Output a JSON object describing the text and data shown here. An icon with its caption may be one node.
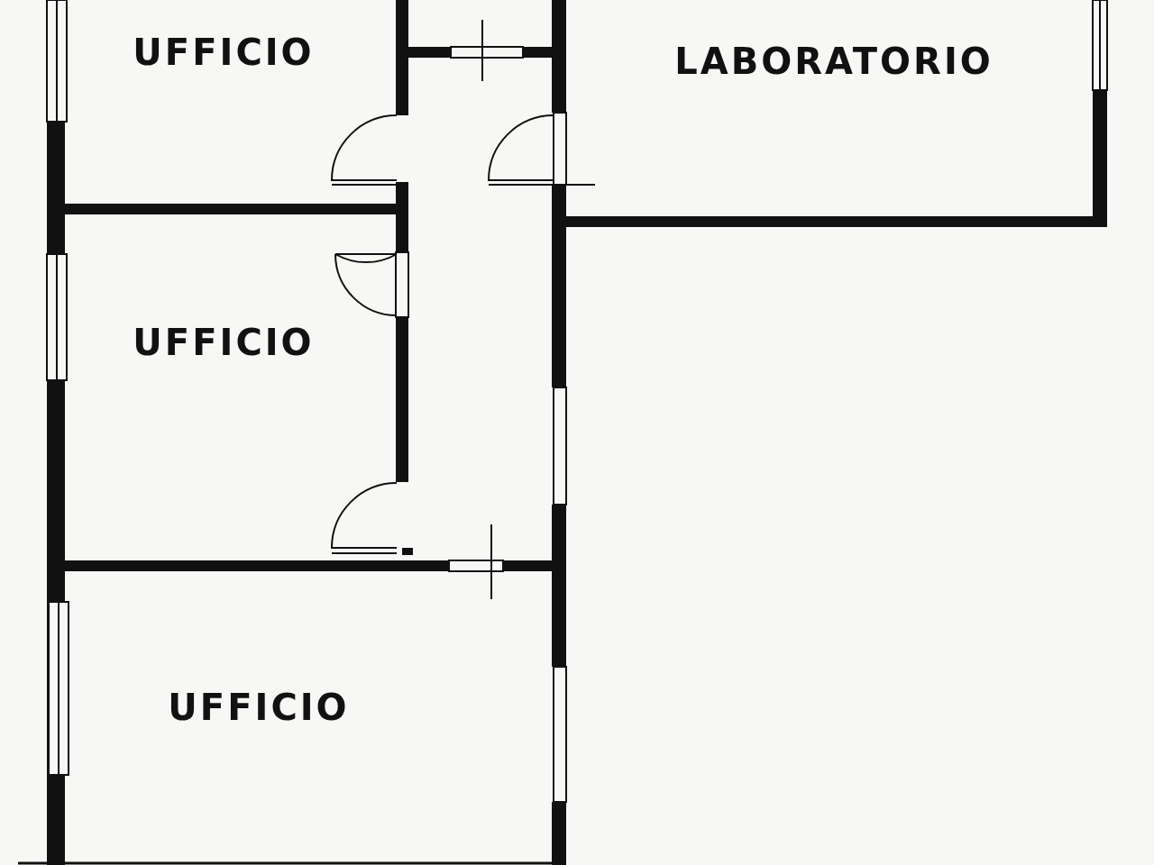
{
  "diagram": {
    "nodes": [
      {
        "text": [
          "UFFICIO"
        ]
      },
      {
        "text": [
          "LABORATORIO"
        ]
      },
      {
        "text": [
          "UFFICIO"
        ]
      },
      {
        "text": [
          "UFFICIO"
        ]
      }
    ]
  }
}
